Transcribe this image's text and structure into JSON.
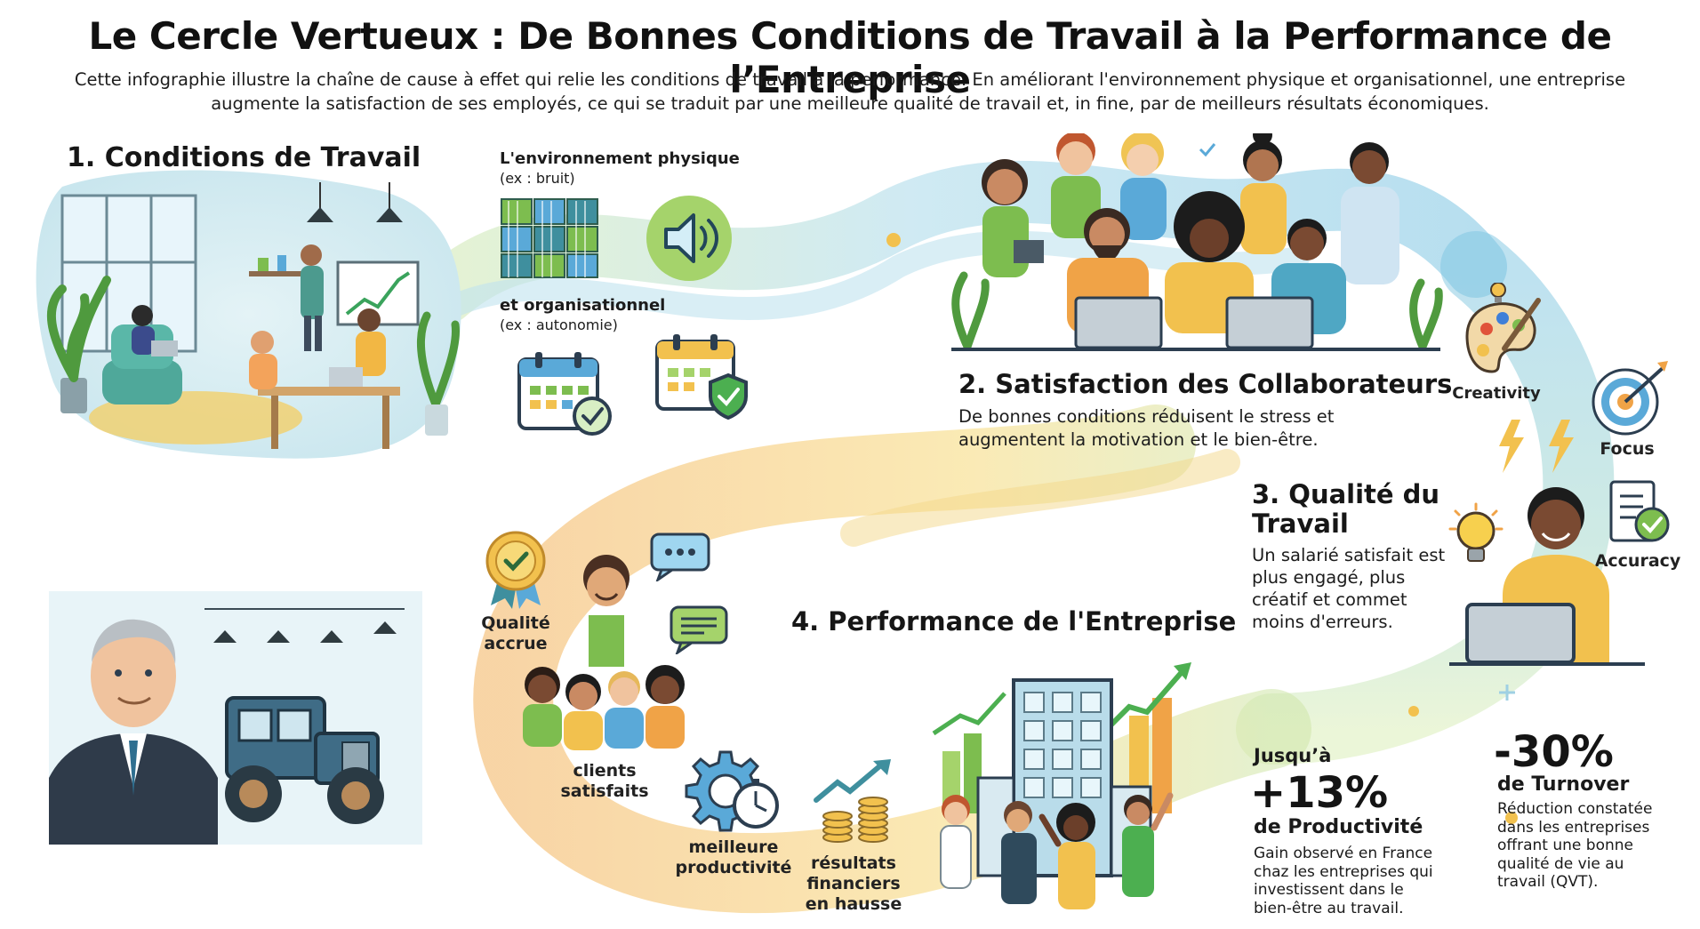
{
  "header": {
    "title": "Le Cercle Vertueux : De Bonnes Conditions de Travail à la Performance de l’Entreprise",
    "intro": "Cette infographie illustre la chaîne de cause à effet qui relie les conditions de travail à la performance. En améliorant l'environnement physique et organisationnel, une entreprise augmente la satisfaction de ses employés, ce qui se traduit par une meilleure qualité de travail et, in fine, par de meilleurs résultats économiques."
  },
  "step1": {
    "title": "1. Conditions de Travail",
    "physical_label": "L'environnement physique",
    "physical_example": "(ex : bruit)",
    "org_label": "et organisationnel",
    "org_example": "(ex : autonomie)"
  },
  "step2": {
    "title": "2. Satisfaction des Collaborateurs",
    "text": "De bonnes conditions réduisent le stress et augmentent la motivation et le bien-être."
  },
  "step3": {
    "title": "3. Qualité du Travail",
    "text": "Un salarié satisfait est plus engagé, plus créatif et commet moins d'erreurs.",
    "icons": {
      "creativity": "Creativity",
      "focus": "Focus",
      "accuracy": "Accuracy"
    }
  },
  "step4": {
    "title": "4. Performance de l'Entreprise",
    "outcomes": {
      "quality": "Qualité accrue",
      "clients": "clients satisfaits",
      "productivity": "meilleure productivité",
      "financial": "résultats financiers en hausse"
    }
  },
  "stats": {
    "productivity": {
      "prefix": "Jusqu’à",
      "value": "+13%",
      "label": "de Productivité",
      "text": "Gain observé en France chaz les entreprises qui investissent dans le bien-être au travail."
    },
    "turnover": {
      "value": "-30%",
      "label": "de Turnover",
      "text": "Réduction constatée dans les entreprises offrant une bonne qualité de vie au travail (QVT)."
    }
  },
  "colors": {
    "green": "#7dbd4f",
    "blue": "#5aa9d8",
    "teal": "#3f8f9e",
    "yellow": "#f2c14e",
    "orange": "#f0a347",
    "text": "#1a1a1a"
  },
  "icons": [
    "acoustic-panels-icon",
    "speaker-icon",
    "calendar-check-icon",
    "calendar-shield-icon",
    "palette-icon",
    "target-icon",
    "lightbulb-icon",
    "checklist-icon",
    "quality-medal-icon",
    "chat-bubble-icon",
    "gear-stopwatch-icon",
    "coins-growth-icon"
  ]
}
